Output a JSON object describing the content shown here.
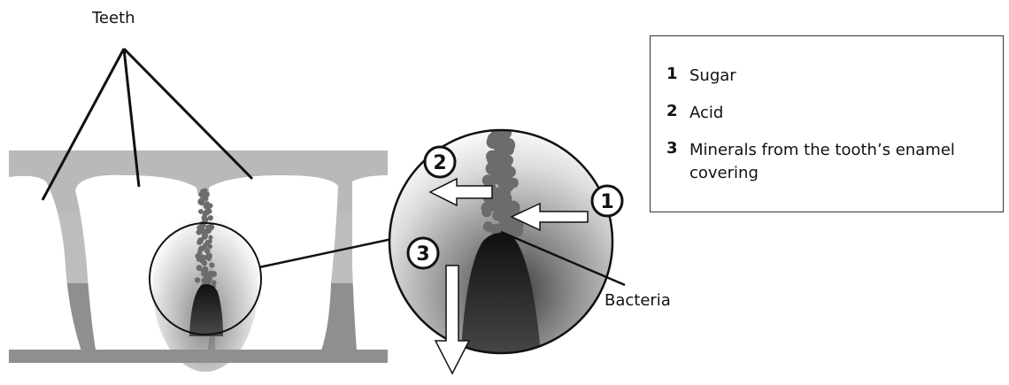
{
  "diagram": {
    "labels": {
      "teeth": "Teeth",
      "bacteria": "Bacteria"
    },
    "callouts": [
      "1",
      "2",
      "3"
    ],
    "legend": [
      {
        "number": "1",
        "text": "Sugar"
      },
      {
        "number": "2",
        "text": "Acid"
      },
      {
        "number": "3",
        "text": "Minerals from the tooth’s enamel covering"
      }
    ],
    "colors": {
      "gum_light": "#b9b9b9",
      "gum_dark": "#8f8f8f",
      "tooth": "#ffffff",
      "plaque": "#6c6c6c",
      "bacteria": "#1e1e1e",
      "outline": "#111111"
    }
  }
}
